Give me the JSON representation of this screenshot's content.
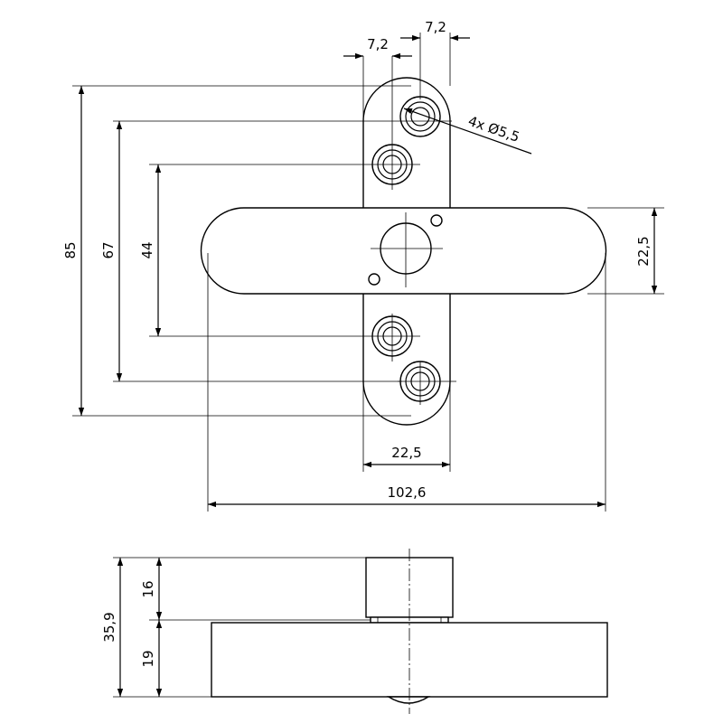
{
  "dimensions": {
    "hole_spacing_left": "7,2",
    "hole_spacing_right": "7,2",
    "hole_callout": "4x Ø5,5",
    "overall_height": "85",
    "outer_hole_spacing": "67",
    "inner_hole_spacing": "44",
    "handle_height": "22,5",
    "plate_width": "22,5",
    "overall_width": "102,6",
    "side_total_height": "35,9",
    "side_upper_height": "16",
    "side_lower_height": "19"
  }
}
